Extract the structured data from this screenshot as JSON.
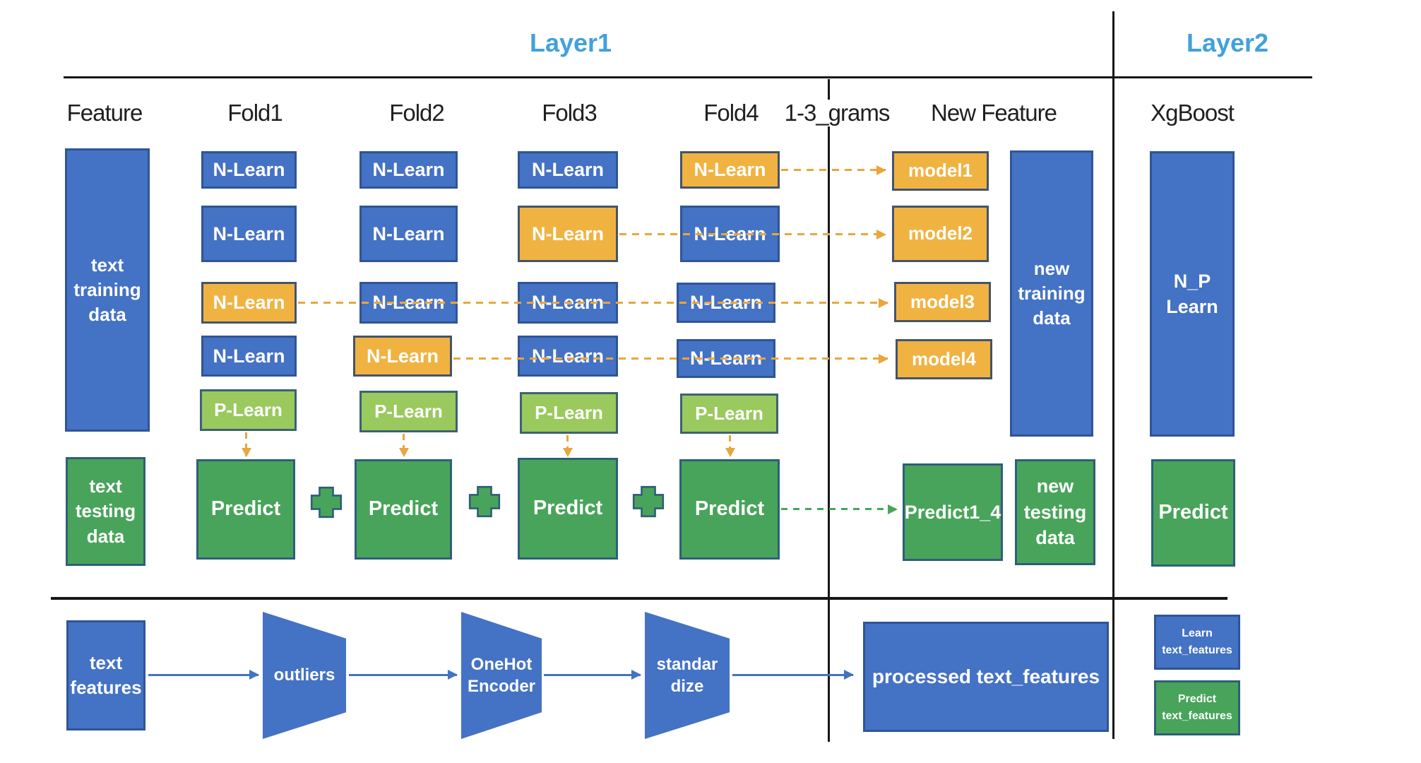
{
  "titles": {
    "layer1": "Layer1",
    "layer2": "Layer2"
  },
  "column_headers": {
    "feature": "Feature",
    "fold1": "Fold1",
    "fold2": "Fold2",
    "fold3": "Fold3",
    "fold4": "Fold4",
    "grams": "1-3_grams",
    "new_feature": "New Feature",
    "xgboost": "XgBoost"
  },
  "labels": {
    "n_learn": "N-Learn",
    "p_learn": "P-Learn",
    "predict": "Predict",
    "predict_1_4": "Predict1_4",
    "models": [
      "model1",
      "model2",
      "model3",
      "model4"
    ],
    "text_training_data": "text\ntraining\ndata",
    "text_testing_data": "text\ntesting\ndata",
    "new_training_data": "new\ntraining\ndata",
    "new_testing_data": "new\ntesting\ndata",
    "np_learn": "N_P\nLearn"
  },
  "pipeline": {
    "text_features": "text\nfeatures",
    "outliers": "outliers",
    "onehot_encoder": "OneHot\nEncoder",
    "standardize": "standar\ndize",
    "processed": "processed text_features"
  },
  "legend": {
    "learn": "Learn\ntext_features",
    "predict": "Predict\ntext_features"
  },
  "grid": {
    "folds": [
      "Fold1",
      "Fold2",
      "Fold3",
      "Fold4"
    ],
    "rows_per_fold": [
      "N-Learn",
      "N-Learn",
      "N-Learn",
      "N-Learn",
      "P-Learn"
    ],
    "highlighted_n_learn_row_by_fold": {
      "Fold1": 3,
      "Fold2": 4,
      "Fold3": 2,
      "Fold4": 1
    },
    "model_sources": {
      "model1": "Fold4 row1",
      "model2": "Fold3 row2",
      "model3": "Fold1 row3",
      "model4": "Fold2 row4"
    }
  },
  "colors": {
    "blue_fill": "#4472C4",
    "blue_border": "#2F5597",
    "orange_fill": "#F0B342",
    "orange_border": "#44546A",
    "light_green_fill": "#9AC95E",
    "green_fill": "#48A45A",
    "green_border": "#2E5F78",
    "title_blue": "#41A1DC",
    "dash_orange": "#E9A63C",
    "line_black": "#161616"
  }
}
